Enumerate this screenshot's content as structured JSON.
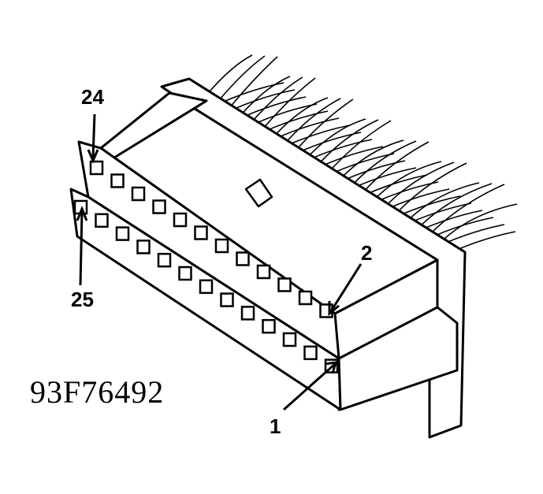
{
  "figure_id": "93F76492",
  "pin_labels": {
    "top_left": "24",
    "bottom_left": "25",
    "top_right": "2",
    "bottom_right": "1"
  },
  "colors": {
    "ink": "#000000",
    "paper": "#ffffff"
  }
}
